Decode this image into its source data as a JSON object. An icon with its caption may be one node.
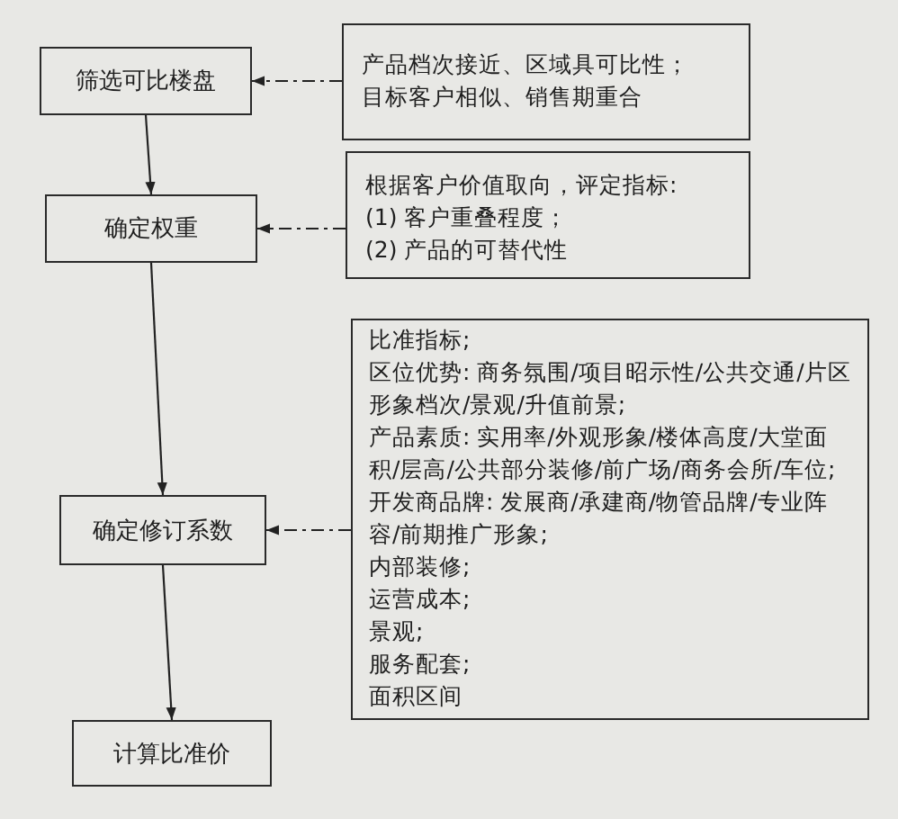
{
  "diagram": {
    "nodes": [
      {
        "text": [
          "筛选可比楼盘"
        ]
      },
      {
        "text": [
          "确定权重"
        ]
      },
      {
        "text": [
          "确定修订系数"
        ]
      },
      {
        "text": [
          "计算比准价"
        ]
      },
      {
        "text": [
          "产品档次接近、区域具可比性；",
          "目标客户相似、销售期重合"
        ]
      },
      {
        "text": [
          "根据客户价值取向，评定指标:",
          "(1) 客户重叠程度；",
          "(2) 产品的可替代性"
        ]
      },
      {
        "text": [
          "比准指标;",
          "区位优势: 商务氛围/项目昭示性/公共交通/片区形象档次/景观/升值前景;",
          "产品素质: 实用率/外观形象/楼体高度/大堂面积/层高/公共部分装修/前广场/商务会所/车位;",
          "开发商品牌: 发展商/承建商/物管品牌/专业阵容/前期推广形象;",
          "内部装修;",
          "运营成本;",
          "景观;",
          "服务配套;",
          "面积区间"
        ]
      }
    ],
    "edges": [
      {
        "from": 0,
        "to": 1,
        "arrow": "to"
      },
      {
        "from": 1,
        "to": 2,
        "arrow": "to"
      },
      {
        "from": 2,
        "to": 3,
        "arrow": "to"
      },
      {
        "from": 4,
        "to": 0,
        "arrow": "to",
        "style": "dashed"
      },
      {
        "from": 5,
        "to": 1,
        "arrow": "to",
        "style": "dashed"
      },
      {
        "from": 6,
        "to": 2,
        "arrow": "to",
        "style": "dashed"
      }
    ]
  }
}
